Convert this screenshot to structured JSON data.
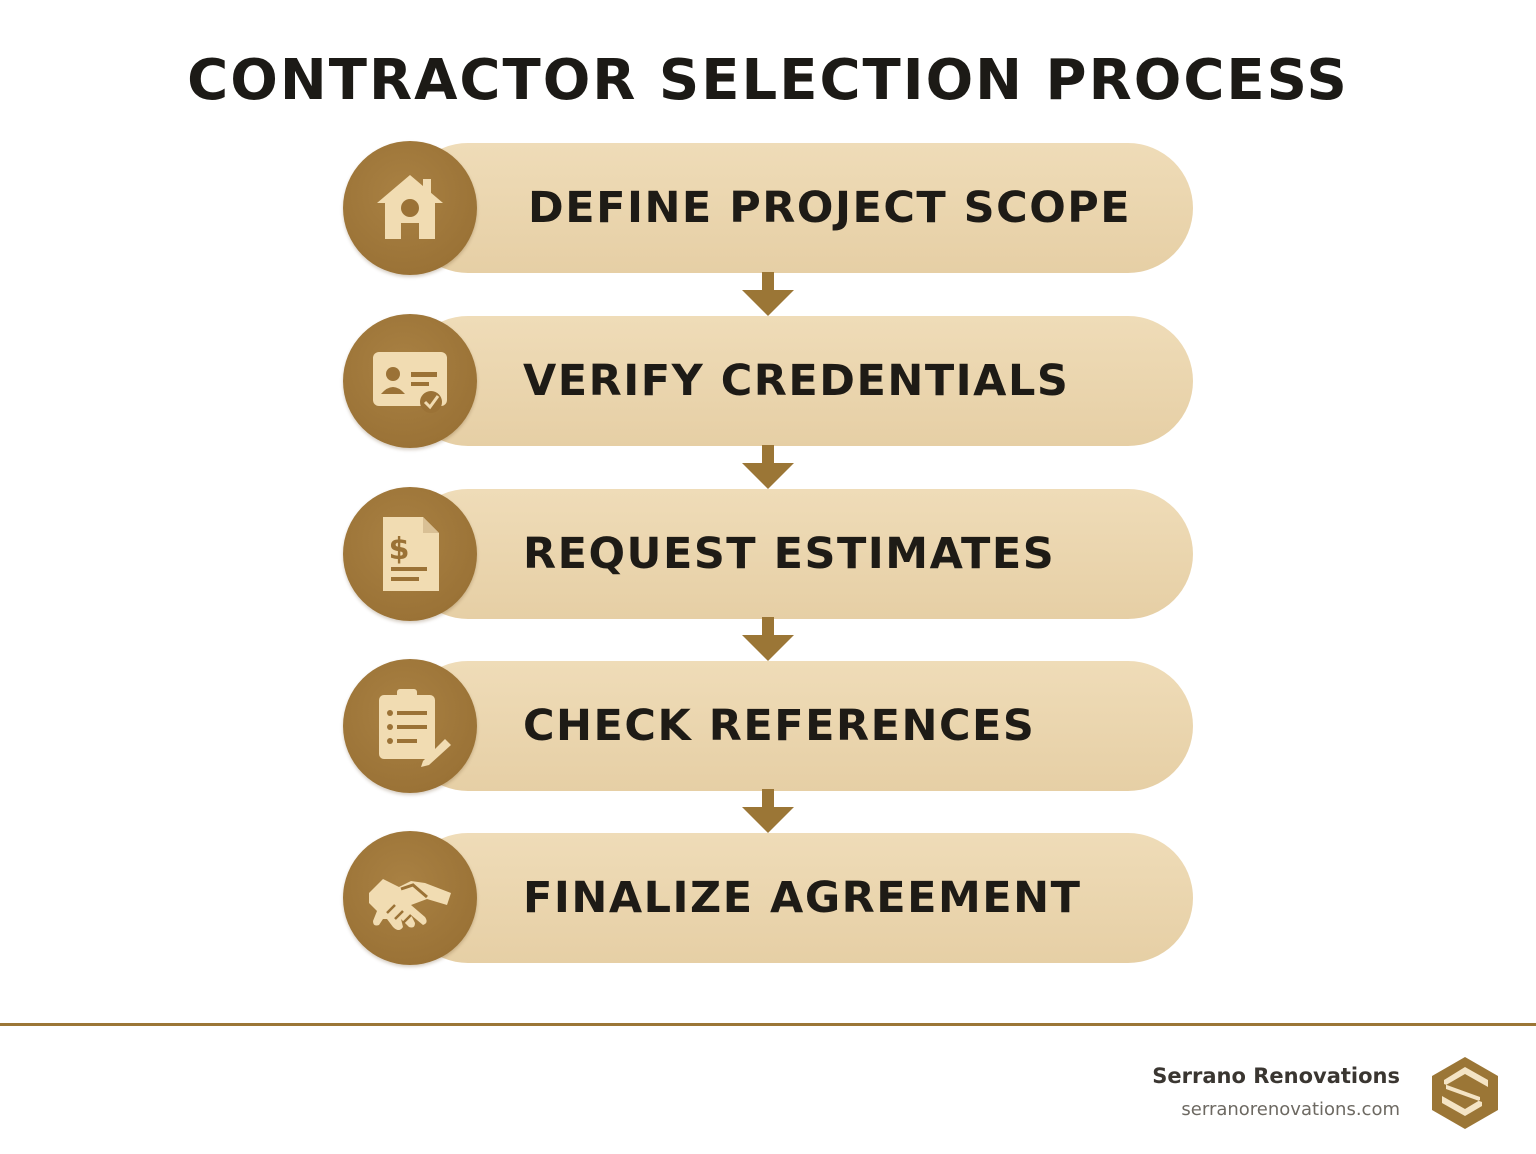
{
  "title": "CONTRACTOR SELECTION PROCESS",
  "steps": [
    {
      "label": "DEFINE PROJECT SCOPE",
      "icon": "house-icon"
    },
    {
      "label": "VERIFY CREDENTIALS",
      "icon": "id-card-icon"
    },
    {
      "label": "REQUEST ESTIMATES",
      "icon": "estimate-document-icon"
    },
    {
      "label": "CHECK REFERENCES",
      "icon": "checklist-icon"
    },
    {
      "label": "FINALIZE AGREEMENT",
      "icon": "handshake-icon"
    }
  ],
  "footer": {
    "brand_name": "Serrano Renovations",
    "brand_url": "serranorenovations.com",
    "logo_icon": "serrano-s-logo-icon"
  },
  "colors": {
    "accent": "#9b7636",
    "pill": "#e9d4ab",
    "text": "#1e1b16"
  }
}
